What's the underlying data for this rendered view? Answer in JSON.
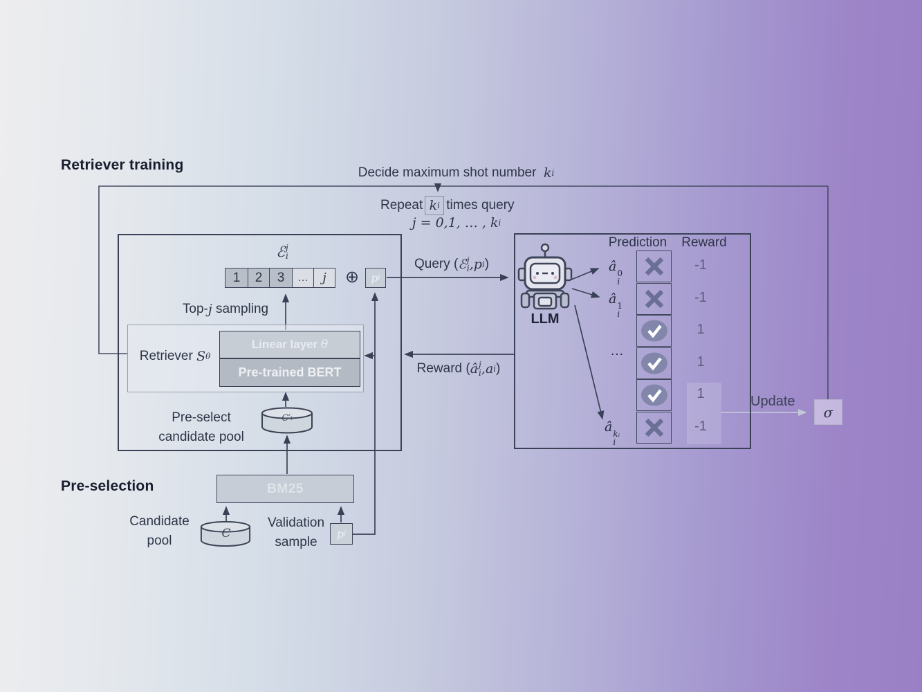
{
  "colors": {
    "line": "#3a4156",
    "loop_line": "#474d64",
    "box_fill_gray": "#c6cdd6",
    "box_fill_dark_gray": "#b3bac4",
    "cell_fill": "#b8bfc9",
    "cross_mark": "#6c6f95",
    "check_mark": "#8386ab",
    "update_arrow": "#c3c6d6",
    "bg_left": "#ededee",
    "bg_right": "#9a7fc5"
  },
  "headers": {
    "retriever_training": "Retriever training",
    "pre_selection": "Pre-selection"
  },
  "loop": {
    "decide_prefix": "Decide maximum shot number",
    "decide_var": "k",
    "decide_var_sub": "i",
    "repeat_prefix": "Repeat",
    "boxed_var": "k",
    "boxed_var_sub": "i",
    "repeat_suffix": "times query",
    "index_formula": "j = 0,1, … ,",
    "index_var": "k",
    "index_var_sub": "i",
    "update_label": "Update",
    "sigma": "σ"
  },
  "retriever": {
    "episode_base": "ℰ",
    "episode_sup": "j",
    "episode_sub": "i",
    "cells": [
      "1",
      "2",
      "3",
      "…",
      "j"
    ],
    "oplus": "⊕",
    "prompt_base": "p",
    "prompt_sub": "i",
    "topj_pre": "Top-",
    "topj_var": "j",
    "topj_post": "sampling",
    "retriever_label": "Retriever",
    "retriever_var": "S",
    "retriever_var_sub": "θ",
    "linear_pre": "Linear layer",
    "linear_var": "θ",
    "bert": "Pre-trained BERT",
    "preselect_line1": "Pre-select",
    "preselect_line2": "candidate pool",
    "pool_base": "C",
    "pool_prime": "′",
    "pool_sub": "i"
  },
  "preselection": {
    "bm25": "BM25",
    "candidate_line1": "Candidate",
    "candidate_line2": "pool",
    "pool_base": "C",
    "validation_line1": "Validation",
    "validation_line2": "sample",
    "sample_base": "p",
    "sample_sub": "i"
  },
  "arrows": {
    "query_fn": "Query (",
    "query_base1": "ℰ",
    "query_sup1": "j",
    "query_sub1": "i",
    "query_sep": ", ",
    "query_base2": "p",
    "query_sub2": "i",
    "query_close": ")",
    "reward_fn": "Reward (",
    "reward_base1": "â",
    "reward_sup1": "j",
    "reward_sub1": "i",
    "reward_sep": ", ",
    "reward_base2": "a",
    "reward_sub2": "i",
    "reward_close": ")"
  },
  "llm": {
    "label": "LLM",
    "prediction_header": "Prediction",
    "reward_header": "Reward",
    "dots": "…",
    "rows": [
      {
        "base": "â",
        "sup": "0",
        "sub": "i",
        "mark": "cross",
        "reward": "-1"
      },
      {
        "base": "â",
        "sup": "1",
        "sub": "i",
        "mark": "cross",
        "reward": "-1"
      },
      {
        "mark": "check",
        "reward": "1"
      },
      {
        "mark": "check",
        "reward": "1"
      },
      {
        "mark": "check",
        "reward": "1"
      },
      {
        "base": "â",
        "sup": "kᵢ",
        "sub": "i",
        "mark": "cross",
        "reward": "-1"
      }
    ]
  }
}
